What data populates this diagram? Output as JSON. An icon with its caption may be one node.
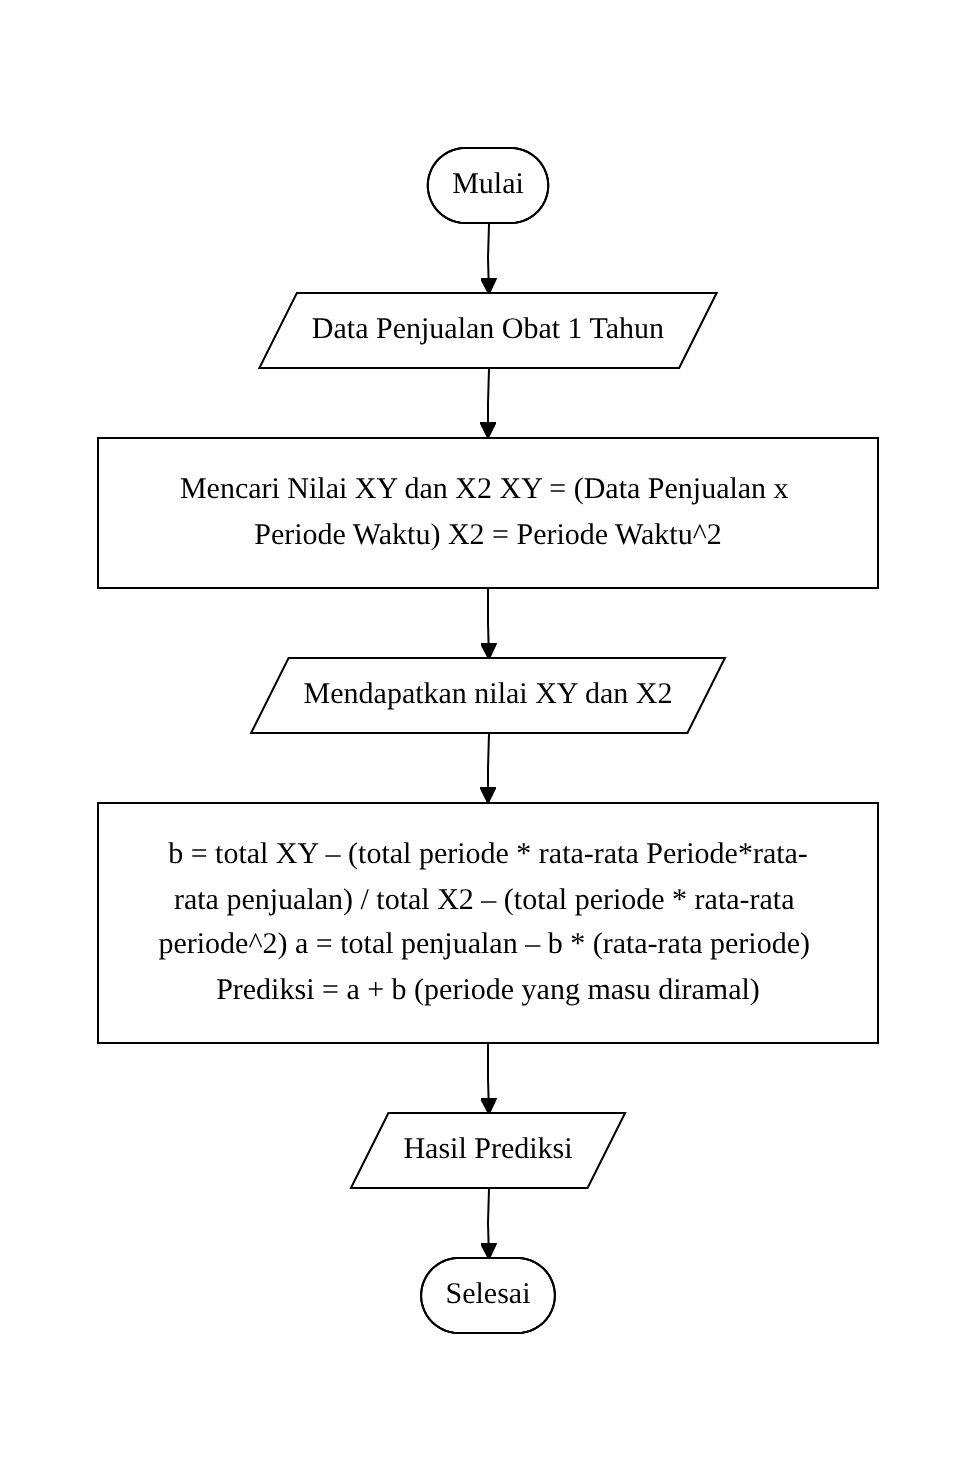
{
  "diagram": {
    "nodes": [
      {
        "text": [
          "Mulai"
        ]
      },
      {
        "text": [
          "Data Penjualan Obat 1 Tahun"
        ]
      },
      {
        "text": [
          "Mencari Nilai XY dan X2 XY = (Data Penjualan x Periode Waktu) X2 = Periode Waktu^2"
        ]
      },
      {
        "text": [
          "Mendapatkan nilai XY dan X2"
        ]
      },
      {
        "text": [
          "b = total XY – (total periode * rata-rata Periode*rata-rata penjualan) / total X2 – (total periode * rata-rata periode^2) a = total penjualan – b * (rata-rata periode) Prediksi = a + b (periode yang masu diramal)"
        ]
      },
      {
        "text": [
          "Hasil Prediksi"
        ]
      },
      {
        "text": [
          "Selesai"
        ]
      }
    ],
    "edges": [
      {
        "from": 0,
        "to": 1,
        "arrow": "to"
      },
      {
        "from": 1,
        "to": 2,
        "arrow": "to"
      },
      {
        "from": 2,
        "to": 3,
        "arrow": "to"
      },
      {
        "from": 3,
        "to": 4,
        "arrow": "to"
      },
      {
        "from": 4,
        "to": 5,
        "arrow": "to"
      },
      {
        "from": 5,
        "to": 6,
        "arrow": "to"
      }
    ]
  }
}
